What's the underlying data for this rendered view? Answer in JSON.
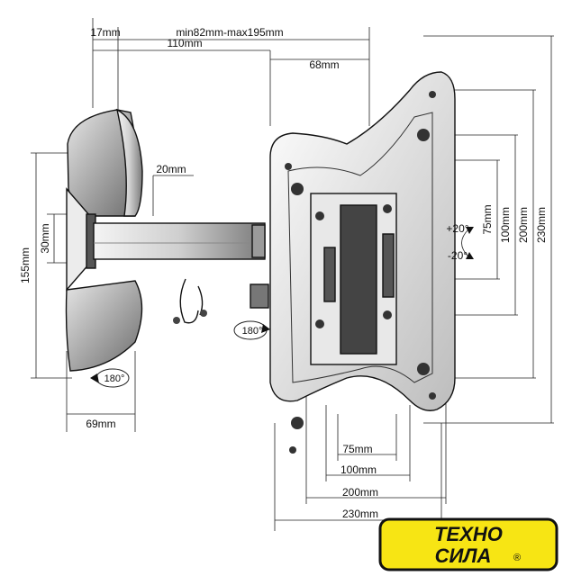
{
  "diagram": {
    "dimensions": {
      "top_range": "min82mm-max195mm",
      "d17": "17mm",
      "d110": "110mm",
      "d68": "68mm",
      "d20": "20mm",
      "d30": "30mm",
      "d155": "155mm",
      "d69": "69mm",
      "v75": "75mm",
      "v100": "100mm",
      "v200": "200mm",
      "v230": "230mm",
      "h75": "75mm",
      "h100": "100mm",
      "h200": "200mm",
      "h230": "230mm"
    },
    "rotation": {
      "tilt_up": "+20°",
      "tilt_down": "-20°",
      "swivel_wall": "180°",
      "swivel_arm": "180°"
    }
  },
  "logo": {
    "line1": "ТЕХНО",
    "line2": "СИЛА",
    "registered": "®",
    "colors": {
      "yellow": "#F7E514",
      "black": "#111111"
    }
  }
}
